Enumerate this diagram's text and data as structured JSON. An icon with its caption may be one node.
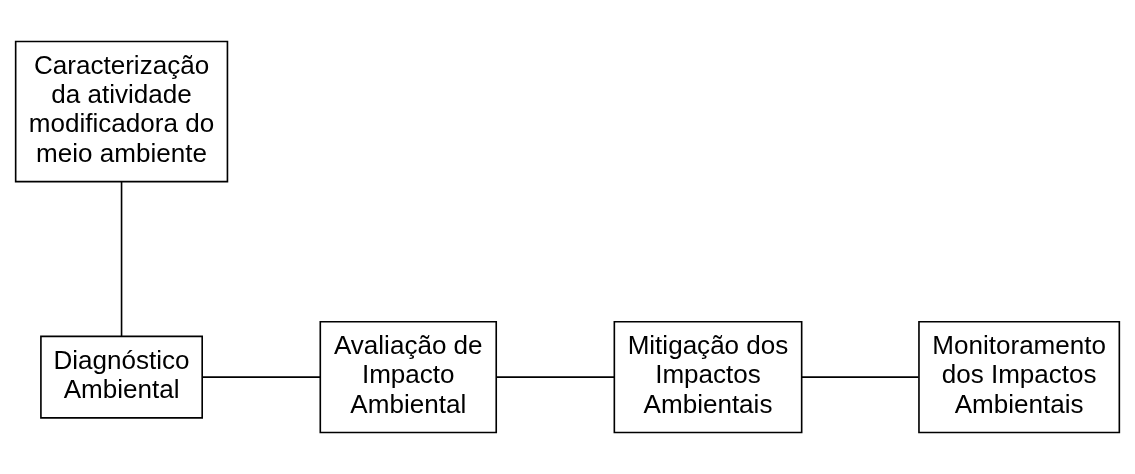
{
  "diagram": {
    "nodes": [
      {
        "text": [
          "Caracterização da atividade modificadora do meio ambiente"
        ]
      },
      {
        "text": [
          "Diagnóstico Ambiental"
        ]
      },
      {
        "text": [
          "Avaliação de Impacto Ambiental"
        ]
      },
      {
        "text": [
          "Mitigação dos Impactos Ambientais"
        ]
      },
      {
        "text": [
          "Monitoramento dos Impactos Ambientais"
        ]
      }
    ],
    "edges": [
      {
        "from": 0,
        "to": 1,
        "arrow": "none"
      },
      {
        "from": 1,
        "to": 2,
        "arrow": "none"
      },
      {
        "from": 2,
        "to": 3,
        "arrow": "none"
      },
      {
        "from": 3,
        "to": 4,
        "arrow": "none"
      }
    ]
  }
}
